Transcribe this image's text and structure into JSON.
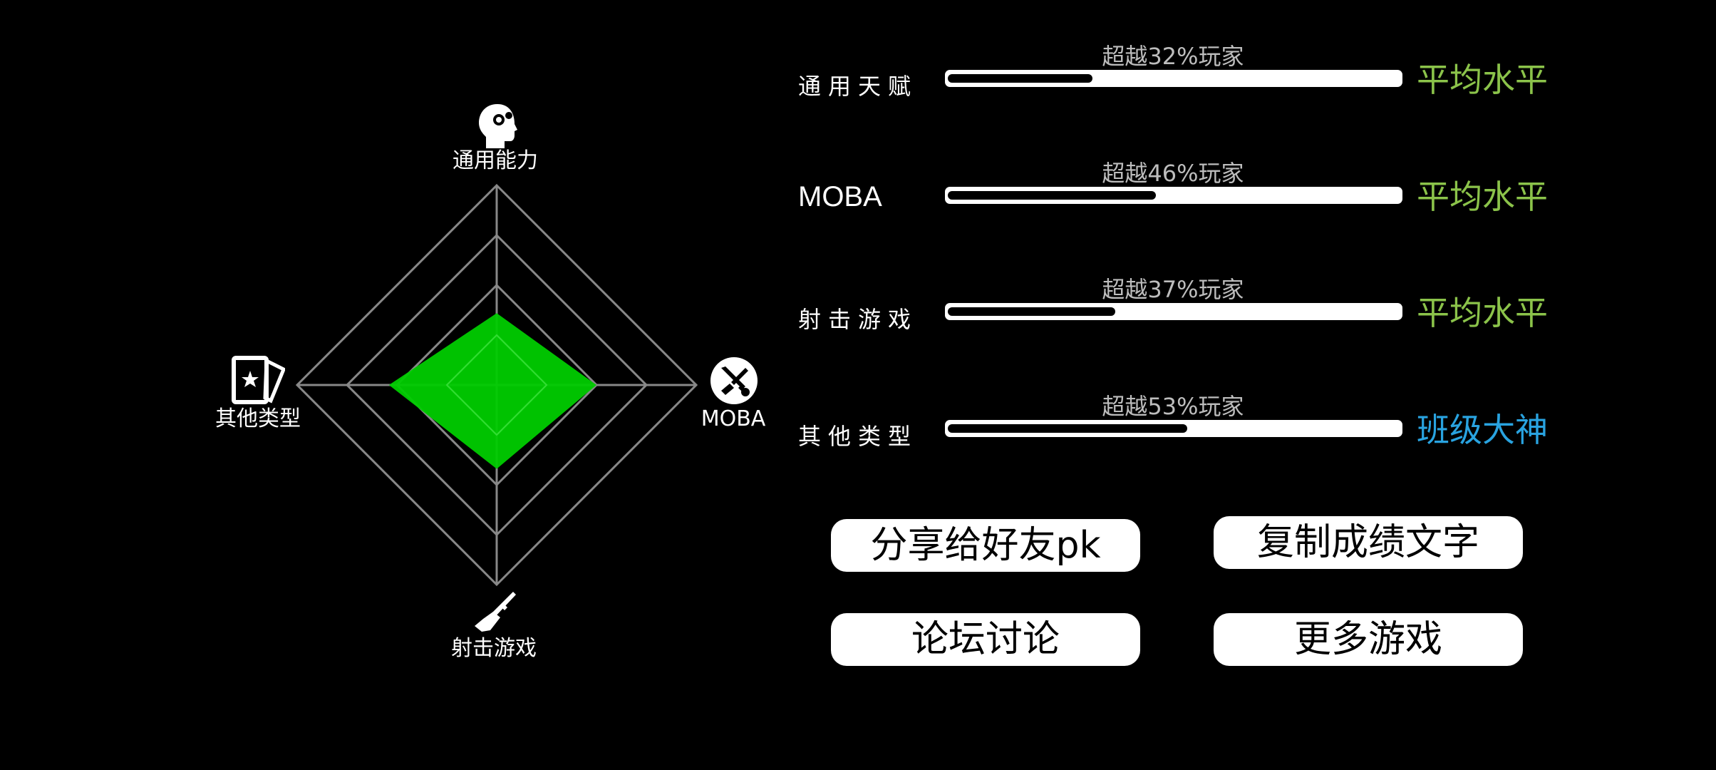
{
  "radar": {
    "axes": [
      {
        "label": "通用能力",
        "icon": "head-gears-icon"
      },
      {
        "label": "MOBA",
        "icon": "crossed-swords-icon"
      },
      {
        "label": "射击游戏",
        "icon": "rifle-icon"
      },
      {
        "label": "其他类型",
        "icon": "star-cards-icon"
      }
    ],
    "values": [
      0.36,
      0.5,
      0.42,
      0.54
    ],
    "colors": {
      "fill": "#00cc00",
      "grid": "#888888"
    }
  },
  "stats": [
    {
      "name": "通用天赋",
      "pct_text": "超越32%玩家",
      "percent": 32,
      "level": "平均水平",
      "level_color": "#8bc34a"
    },
    {
      "name": "MOBA",
      "pct_text": "超越46%玩家",
      "percent": 46,
      "level": "平均水平",
      "level_color": "#8bc34a"
    },
    {
      "name": "射击游戏",
      "pct_text": "超越37%玩家",
      "percent": 37,
      "level": "平均水平",
      "level_color": "#8bc34a"
    },
    {
      "name": "其他类型",
      "pct_text": "超越53%玩家",
      "percent": 53,
      "level": "班级大神",
      "level_color": "#29a3e0"
    }
  ],
  "buttons": {
    "share": "分享给好友pk",
    "copy": "复制成绩文字",
    "forum": "论坛讨论",
    "more": "更多游戏"
  }
}
